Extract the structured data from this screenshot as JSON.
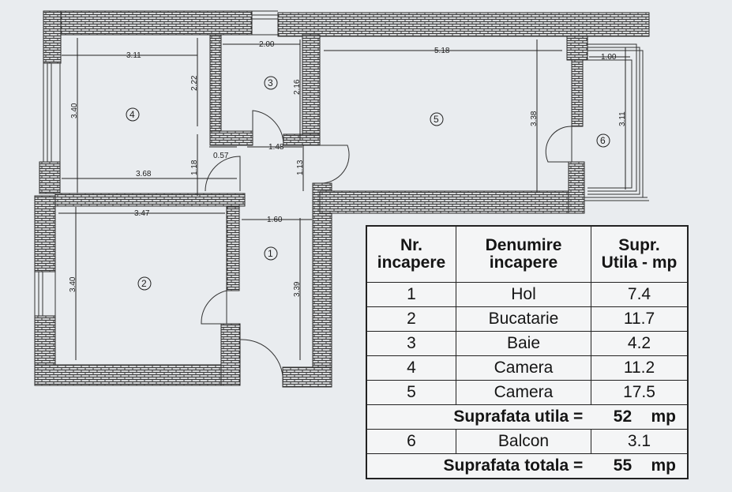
{
  "plan": {
    "rooms": [
      {
        "number": "1"
      },
      {
        "number": "2"
      },
      {
        "number": "3"
      },
      {
        "number": "4"
      },
      {
        "number": "5"
      },
      {
        "number": "6"
      }
    ],
    "dimensions": {
      "room4_width": "3.11",
      "room4_height": "3.40",
      "room4_inner": "2.22",
      "room3_width": "2.00",
      "room3_height": "2.16",
      "room5_width": "5.18",
      "room5_height": "3.38",
      "room6_width": "1.00",
      "room6_height": "3.11",
      "hall_left": "0.57",
      "hall_width": "1.48",
      "hall_gap": "1.13",
      "wall_gap": "1.18",
      "corridor_width": "3.68",
      "room2_width": "3.47",
      "room2_height": "3.40",
      "room1_width": "1.60",
      "room1_height": "3.39"
    }
  },
  "table": {
    "headers": {
      "col1_line1": "Nr.",
      "col1_line2": "incapere",
      "col2_line1": "Denumire",
      "col2_line2": "incapere",
      "col3_line1": "Supr.",
      "col3_line2": "Utila - mp"
    },
    "rows": [
      {
        "nr": "1",
        "name": "Hol",
        "area": "7.4"
      },
      {
        "nr": "2",
        "name": "Bucatarie",
        "area": "11.7"
      },
      {
        "nr": "3",
        "name": "Baie",
        "area": "4.2"
      },
      {
        "nr": "4",
        "name": "Camera",
        "area": "11.2"
      },
      {
        "nr": "5",
        "name": "Camera",
        "area": "17.5"
      }
    ],
    "utila": {
      "label": "Suprafata  utila =",
      "value": "52",
      "unit": "mp"
    },
    "balcony": {
      "nr": "6",
      "name": "Balcon",
      "area": "3.1"
    },
    "totala": {
      "label": "Suprafata  totala =",
      "value": "55",
      "unit": "mp"
    }
  }
}
